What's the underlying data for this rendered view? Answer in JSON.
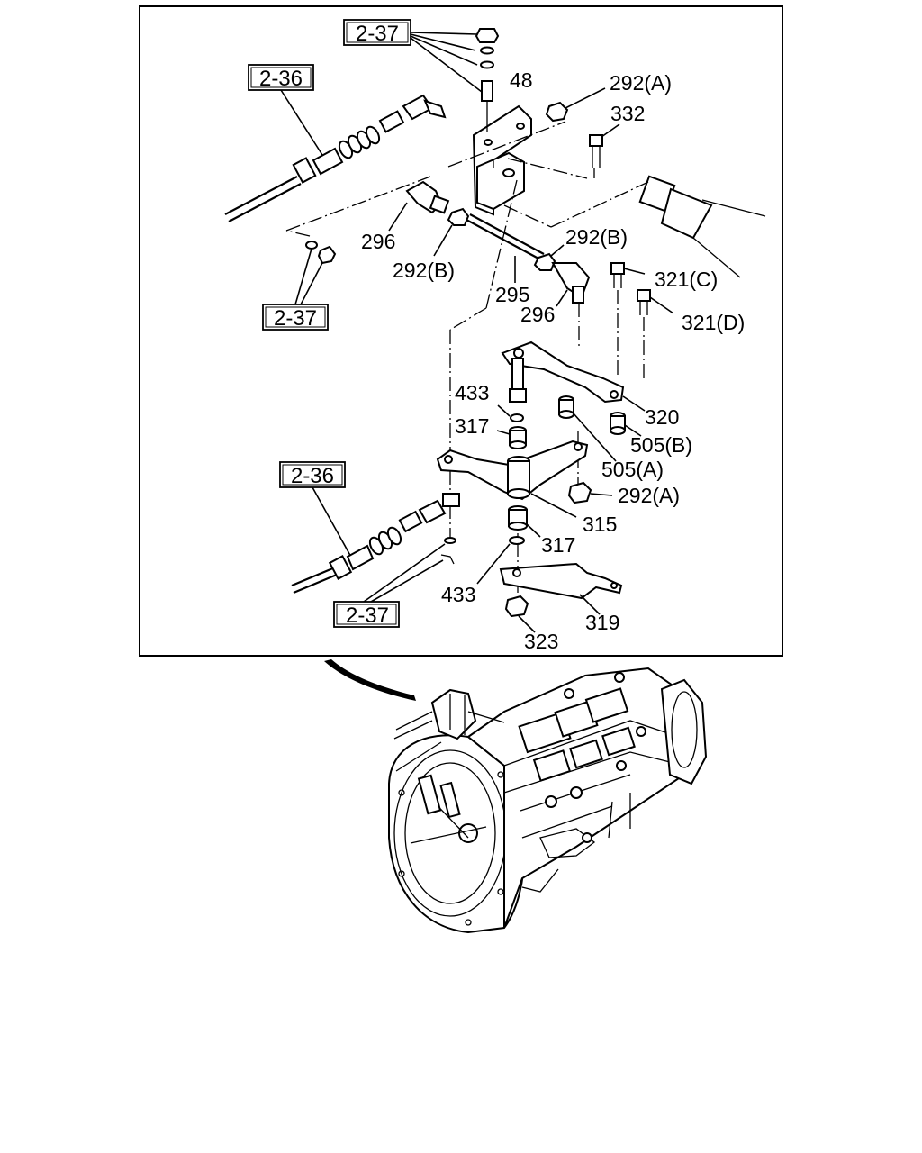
{
  "refs": {
    "ref_2_37_top": "2-37",
    "ref_2_36_top": "2-36",
    "ref_2_37_mid": "2-37",
    "ref_2_36_bottom": "2-36",
    "ref_2_37_bottom": "2-37"
  },
  "labels": {
    "p48": "48",
    "p292A_top": "292(A)",
    "p332": "332",
    "p296_left": "296",
    "p292B_left": "292(B)",
    "p292B_right": "292(B)",
    "p295": "295",
    "p296_right": "296",
    "p321C": "321(C)",
    "p321D": "321(D)",
    "p433_top": "433",
    "p317_top": "317",
    "p320": "320",
    "p505B": "505(B)",
    "p505A": "505(A)",
    "p292A_bottom": "292(A)",
    "p315": "315",
    "p317_bottom": "317",
    "p433_bottom": "433",
    "p319": "319",
    "p323": "323"
  }
}
